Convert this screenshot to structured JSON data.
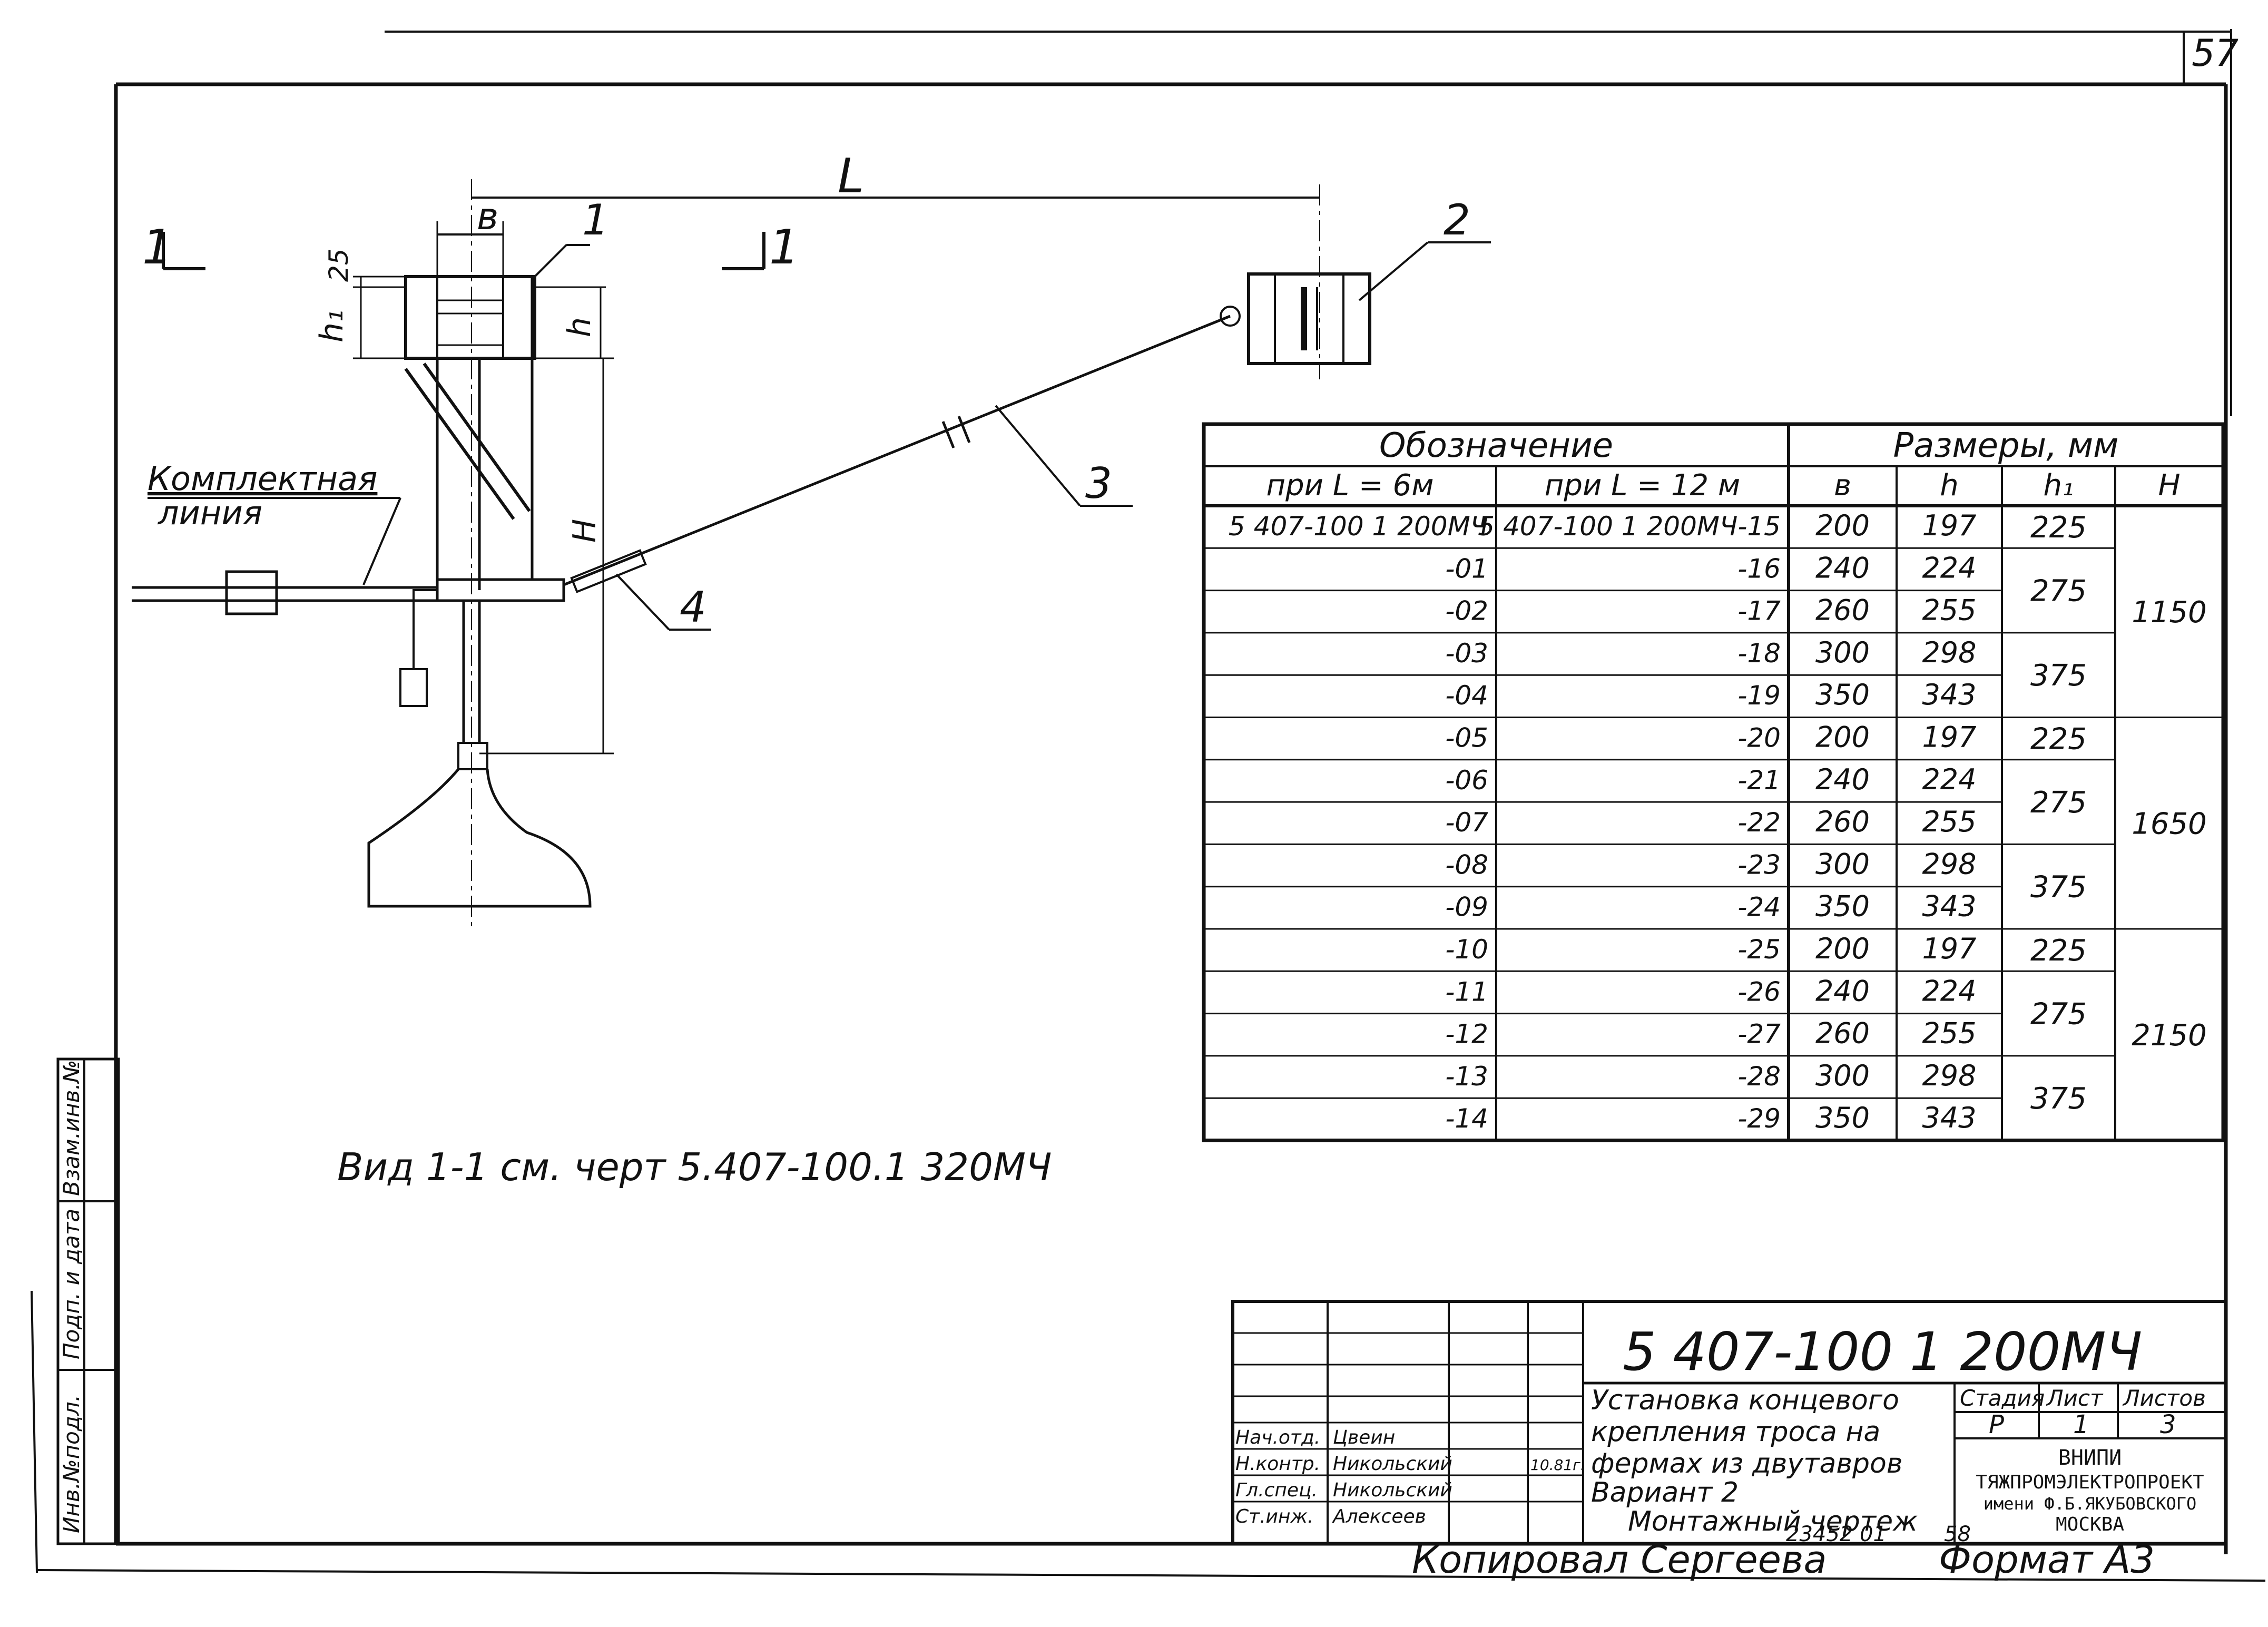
{
  "sheet_number": "57",
  "drawing": {
    "section_mark_left": "1",
    "section_mark_right": "1",
    "dim_L": "L",
    "dim_b": "в",
    "dim_25": "25",
    "dim_h1": "h₁",
    "dim_h": "h",
    "dim_H": "H",
    "callouts": [
      "1",
      "2",
      "3",
      "4"
    ],
    "label_line_1": "Комплектная",
    "label_line_2": "линия"
  },
  "view_note": "Вид 1-1  см. черт 5.407-100.1 320МЧ",
  "table": {
    "group_designation": "Обозначение",
    "group_sizes": "Размеры, мм",
    "columns": [
      "при L = 6м",
      "при L = 12 м",
      "в",
      "h",
      "h₁",
      "H"
    ],
    "rows": [
      {
        "d6": "5 407-100 1 200МЧ",
        "d12": "5 407-100 1 200МЧ-15",
        "b": "200",
        "h": "197"
      },
      {
        "d6": "-01",
        "d12": "-16",
        "b": "240",
        "h": "224"
      },
      {
        "d6": "-02",
        "d12": "-17",
        "b": "260",
        "h": "255"
      },
      {
        "d6": "-03",
        "d12": "-18",
        "b": "300",
        "h": "298"
      },
      {
        "d6": "-04",
        "d12": "-19",
        "b": "350",
        "h": "343"
      },
      {
        "d6": "-05",
        "d12": "-20",
        "b": "200",
        "h": "197"
      },
      {
        "d6": "-06",
        "d12": "-21",
        "b": "240",
        "h": "224"
      },
      {
        "d6": "-07",
        "d12": "-22",
        "b": "260",
        "h": "255"
      },
      {
        "d6": "-08",
        "d12": "-23",
        "b": "300",
        "h": "298"
      },
      {
        "d6": "-09",
        "d12": "-24",
        "b": "350",
        "h": "343"
      },
      {
        "d6": "-10",
        "d12": "-25",
        "b": "200",
        "h": "197"
      },
      {
        "d6": "-11",
        "d12": "-26",
        "b": "240",
        "h": "224"
      },
      {
        "d6": "-12",
        "d12": "-27",
        "b": "260",
        "h": "255"
      },
      {
        "d6": "-13",
        "d12": "-28",
        "b": "300",
        "h": "298"
      },
      {
        "d6": "-14",
        "d12": "-29",
        "b": "350",
        "h": "343"
      }
    ],
    "h1_groups": [
      "225",
      "275",
      "375",
      "225",
      "275",
      "375",
      "225",
      "275",
      "375"
    ],
    "H_groups": [
      "1150",
      "1650",
      "2150"
    ]
  },
  "side_stamp": [
    "Инв.№подл.",
    "Подп. и дата",
    "Взам.инв.№"
  ],
  "title_block": {
    "code": "5 407-100 1 200МЧ",
    "title_lines": [
      "Установка концевого",
      "крепления троса на",
      "фермах из двутавров",
      "Вариант 2",
      "Монтажный чертеж"
    ],
    "stage_label": "Стадия",
    "sheet_label": "Лист",
    "sheets_label": "Листов",
    "stage": "Р",
    "sheet": "1",
    "sheets": "3",
    "org_lines": [
      "ВНИПИ",
      "ТЯЖПРОМЭЛЕКТРОПРОЕКТ",
      "имени Ф.Б.ЯКУБОВСКОГО",
      "МОСКВА"
    ],
    "signatures": [
      {
        "role": "Нач.отд.",
        "name": "Цвеин"
      },
      {
        "role": "Н.контр.",
        "name": "Никольский",
        "date": "10.81г."
      },
      {
        "role": "Гл.спец.",
        "name": "Никольский"
      },
      {
        "role": "Ст.инж.",
        "name": "Алексеев"
      }
    ],
    "archive_number": "23452 01",
    "page_extra": "58"
  },
  "copied_by": "Копировал Сергеева",
  "format": "Формат А3"
}
